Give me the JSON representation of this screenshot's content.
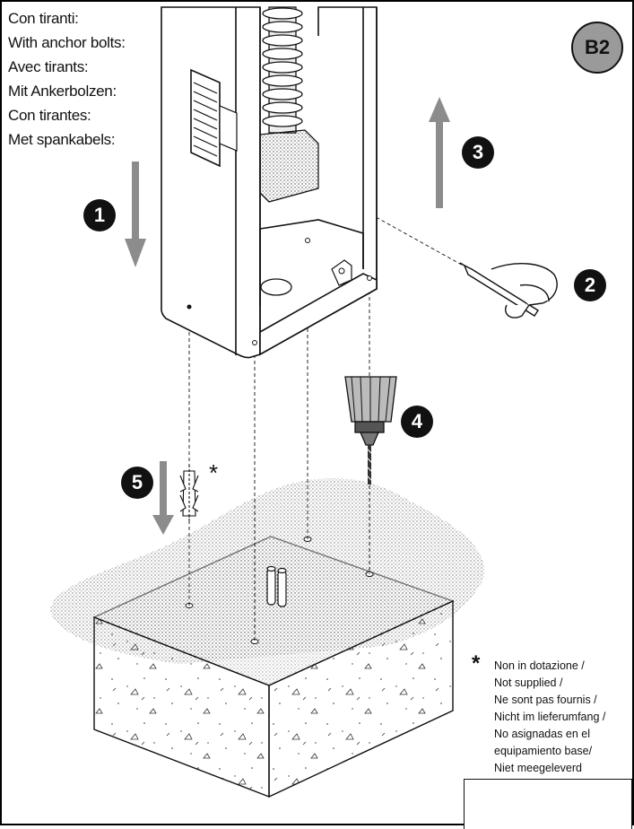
{
  "figure_id": "B2",
  "heading_labels": [
    "Con tiranti:",
    "With anchor bolts:",
    "Avec tirants:",
    "Mit Ankerbolzen:",
    "Con tirantes:",
    "Met spankabels:"
  ],
  "steps": [
    "1",
    "2",
    "3",
    "4",
    "5"
  ],
  "asterisk": "*",
  "note_lines": [
    "Non in dotazione /",
    "Not supplied /",
    "Ne sont pas fournis /",
    "Nicht im lieferumfang /",
    "No asignadas en el",
    "equipamiento base/",
    "Niet meegeleverd"
  ],
  "colors": {
    "line": "#111111",
    "arrow": "#8c8c8c",
    "badge": "#9a9a9a",
    "step": "#111111"
  },
  "icons": [
    "down-arrow-icon",
    "up-arrow-icon",
    "pencil-hand-icon",
    "drill-icon",
    "wall-plug-icon"
  ]
}
